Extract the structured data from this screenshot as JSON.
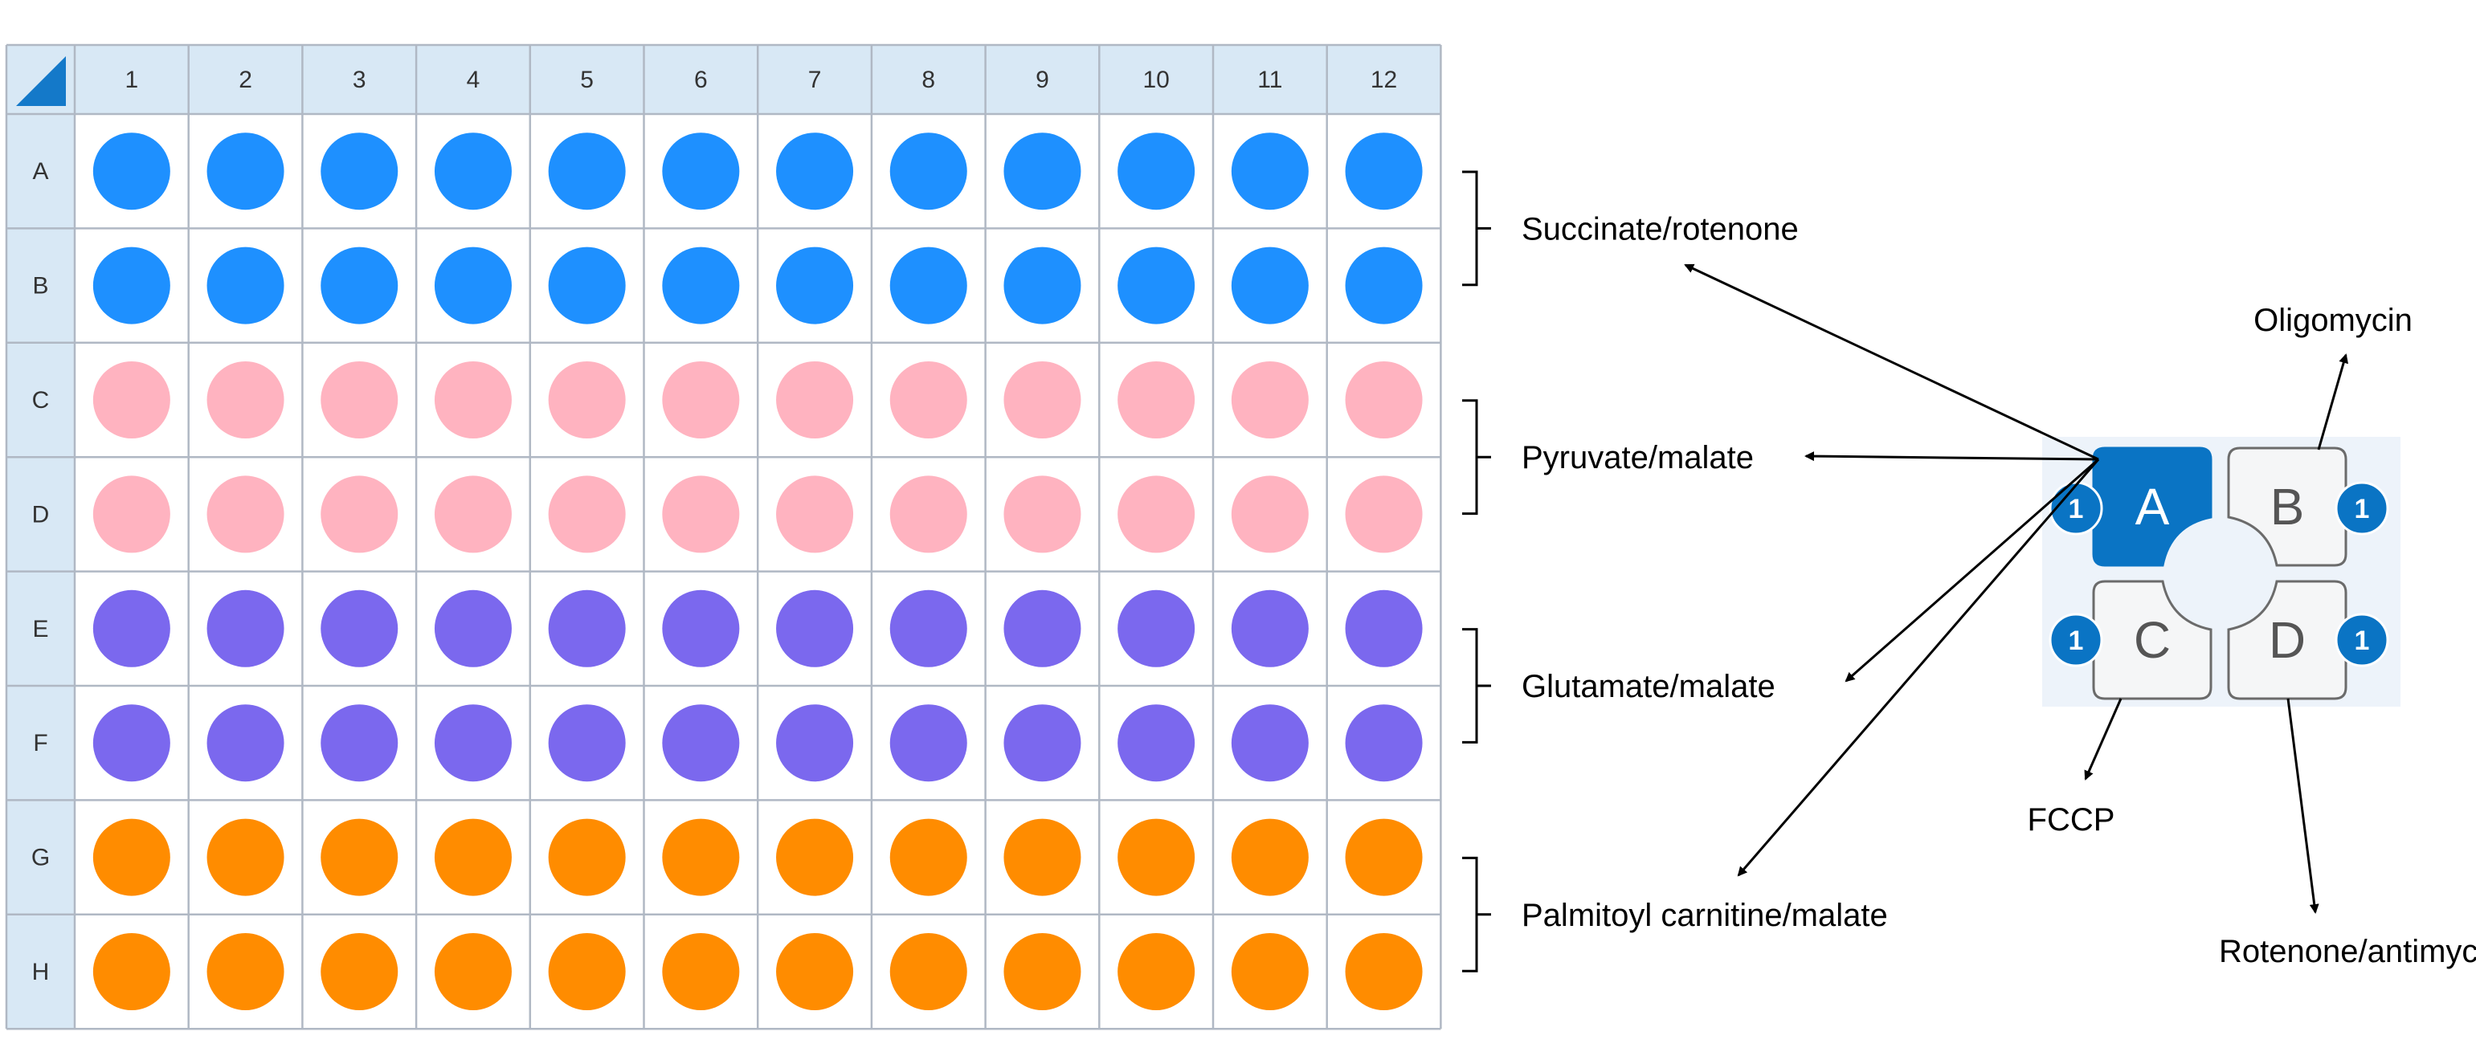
{
  "plate": {
    "columns": [
      "1",
      "2",
      "3",
      "4",
      "5",
      "6",
      "7",
      "8",
      "9",
      "10",
      "11",
      "12"
    ],
    "rows": [
      "A",
      "B",
      "C",
      "D",
      "E",
      "F",
      "G",
      "H"
    ],
    "header_bg": "#d8e8f5",
    "corner_triangle_color": "#1479c9",
    "grid_color": "#b0b8c4",
    "row_colors": [
      "#1e90ff",
      "#1e90ff",
      "#ffb3c0",
      "#ffb3c0",
      "#7b68ee",
      "#7b68ee",
      "#ff8c00",
      "#ff8c00"
    ]
  },
  "groups": [
    {
      "label": "Succinate/rotenone",
      "rows": [
        "A",
        "B"
      ]
    },
    {
      "label": "Pyruvate/malate",
      "rows": [
        "C",
        "D"
      ]
    },
    {
      "label": "Glutamate/malate",
      "rows": [
        "E",
        "F"
      ]
    },
    {
      "label": "Palmitoyl carnitine/malate",
      "rows": [
        "G",
        "H"
      ]
    }
  ],
  "ports": [
    {
      "letter": "A",
      "badge": "1",
      "selected": true,
      "injection": ""
    },
    {
      "letter": "B",
      "badge": "1",
      "selected": false,
      "injection": "Oligomycin"
    },
    {
      "letter": "C",
      "badge": "1",
      "selected": false,
      "injection": "FCCP"
    },
    {
      "letter": "D",
      "badge": "1",
      "selected": false,
      "injection": "Rotenone/antimycin A"
    }
  ],
  "colors": {
    "port_selected_fill": "#0a74c4",
    "port_fill": "#f5f6f7",
    "port_border": "#6b6b6b",
    "badge_fill": "#0a74c4",
    "panel_bg": "#edf3fa"
  }
}
